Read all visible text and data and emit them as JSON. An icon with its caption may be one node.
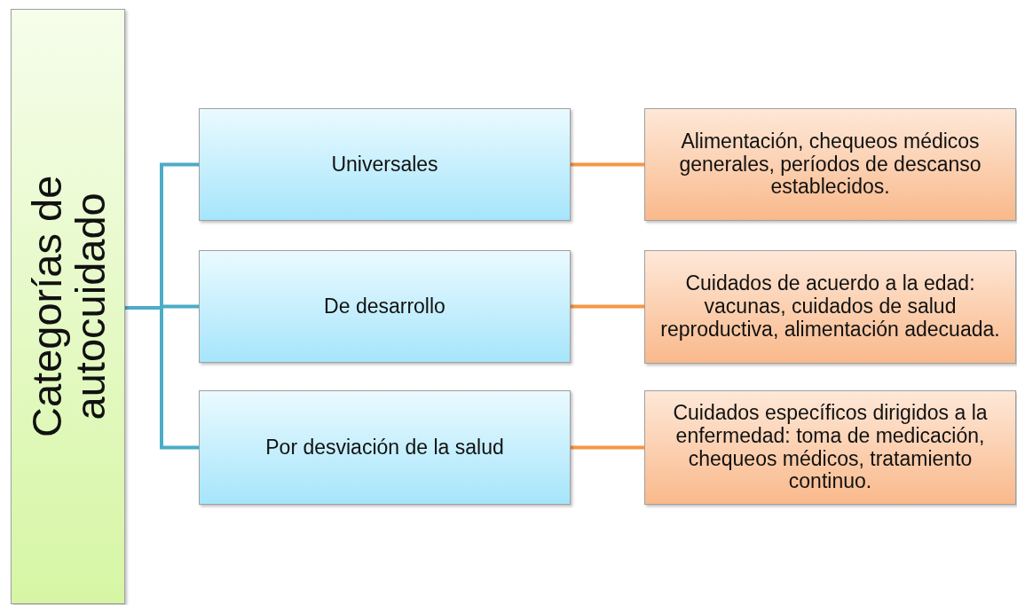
{
  "diagram": {
    "nodes": [
      {
        "text": [
          "Categorías de autocuidado"
        ]
      },
      {
        "text": [
          "Universales"
        ]
      },
      {
        "text": [
          "De desarrollo"
        ]
      },
      {
        "text": [
          "Por desviación de la salud"
        ]
      },
      {
        "text": [
          "Alimentación, chequeos médicos generales, períodos de descanso establecidos."
        ]
      },
      {
        "text": [
          "Cuidados de acuerdo a la edad: vacunas, cuidados de salud reproductiva, alimentación adecuada."
        ]
      },
      {
        "text": [
          "Cuidados específicos dirigidos a la enfermedad: toma de medicación, chequeos médicos, tratamiento continuo."
        ]
      }
    ],
    "edges": [
      {
        "from": 0,
        "to": 1,
        "arrow": "none",
        "color": "#4bacc6"
      },
      {
        "from": 0,
        "to": 2,
        "arrow": "none",
        "color": "#4bacc6"
      },
      {
        "from": 0,
        "to": 3,
        "arrow": "none",
        "color": "#4bacc6"
      },
      {
        "from": 1,
        "to": 4,
        "arrow": "none",
        "color": "#f79646"
      },
      {
        "from": 2,
        "to": 5,
        "arrow": "none",
        "color": "#f79646"
      },
      {
        "from": 3,
        "to": 6,
        "arrow": "none",
        "color": "#f79646"
      }
    ]
  }
}
